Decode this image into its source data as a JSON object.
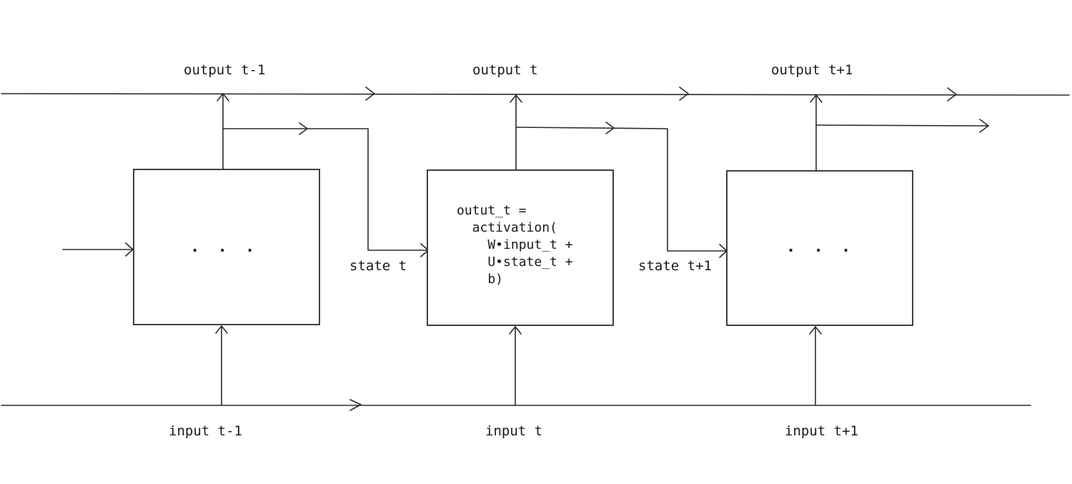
{
  "outputs": {
    "prev": "output t-1",
    "curr": "output t",
    "next": "output t+1"
  },
  "inputs": {
    "prev": "input t-1",
    "curr": "input t",
    "next": "input t+1"
  },
  "states": {
    "curr": "state t",
    "next": "state t+1"
  },
  "cells": {
    "prev_content": ". . .",
    "next_content": ". . .",
    "formula": [
      "outut_t =",
      "  activation(",
      "    W•input_t +",
      "    U•state_t +",
      "    b)"
    ]
  }
}
